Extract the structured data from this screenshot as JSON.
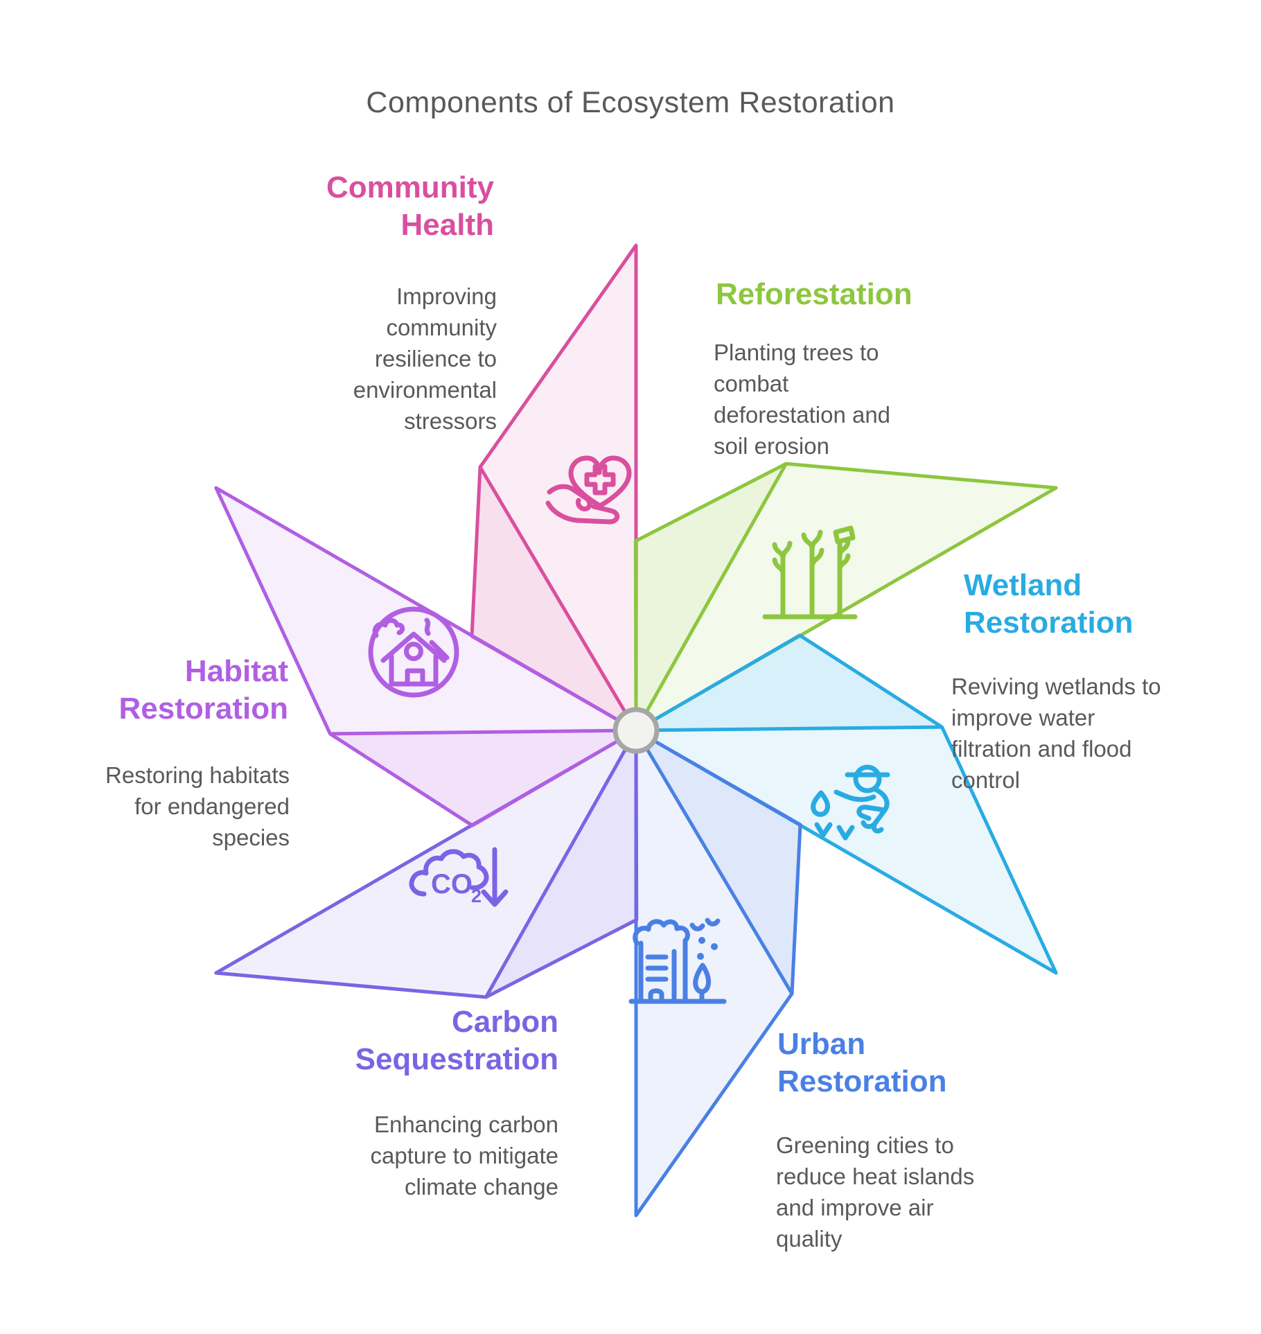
{
  "title": "Components of Ecosystem Restoration",
  "title_color": "#58595b",
  "text_color": "#58595b",
  "hub": {
    "fill": "#f2f2ef",
    "ring": "#a6a6a6"
  },
  "segments": [
    {
      "id": "community-health",
      "label": "Community Health",
      "description": "Improving community resilience to environmental stressors",
      "color": "#d94f9e",
      "icon": "heart-in-hand-icon"
    },
    {
      "id": "reforestation",
      "label": "Reforestation",
      "description": "Planting trees to combat deforestation and soil erosion",
      "color": "#8dc63f",
      "icon": "young-trees-icon"
    },
    {
      "id": "wetland-restoration",
      "label": "Wetland Restoration",
      "description": "Reviving wetlands to improve water filtration and flood control",
      "color": "#29abe2",
      "icon": "person-planting-icon"
    },
    {
      "id": "urban-restoration",
      "label": "Urban Restoration",
      "description": "Greening cities to reduce heat islands and improve air quality",
      "color": "#4a80e4",
      "icon": "green-city-icon"
    },
    {
      "id": "carbon-sequestration",
      "label": "Carbon Sequestration",
      "description": "Enhancing carbon capture to mitigate climate change",
      "color": "#7b64e3",
      "icon": "co2-capture-icon",
      "icon_text": "CO",
      "icon_text_sub": "2"
    },
    {
      "id": "habitat-restoration",
      "label": "Habitat Restoration",
      "description": "Restoring habitats for endangered species",
      "color": "#b05fe2",
      "icon": "habitat-house-icon"
    }
  ]
}
